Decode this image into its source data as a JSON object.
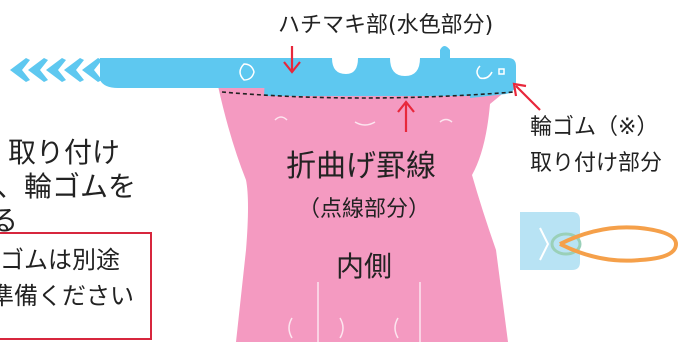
{
  "labels": {
    "headband": "ハチマキ部(水色部分)",
    "rubber_attach": [
      "輪ゴム（※）",
      "取り付け部分"
    ],
    "fold_line": "折曲げ罫線",
    "fold_line_sub": "（点線部分）",
    "inner_side": "内側",
    "left_instruction": [
      "取り付け",
      "、輪ゴムを",
      "る"
    ],
    "note": [
      "ゴムは別途",
      "準備ください"
    ]
  },
  "colors": {
    "headband": "#5ec8f0",
    "mask_body": "#f49ac1",
    "arrow": "#e8273b",
    "text": "#222222",
    "rubber_band": "#f5a04a"
  }
}
